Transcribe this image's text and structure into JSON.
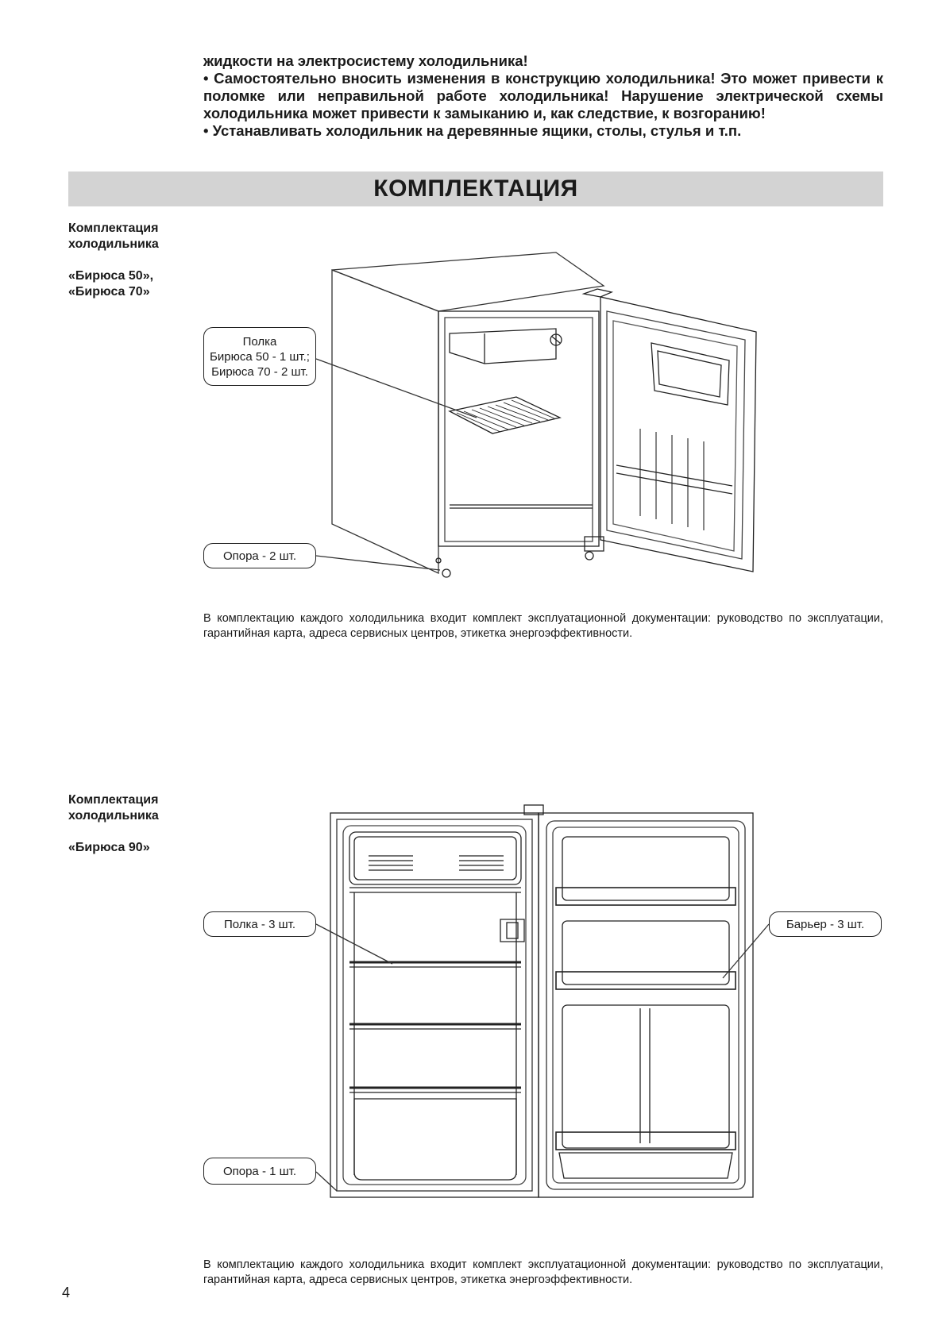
{
  "intro": {
    "line1": "жидкости на электросистему холодильника!",
    "bullet2": "• Самостоятельно вносить изменения в конструкцию холодильника! Это может привести к поломке или неправильной работе холодильника! Нарушение электрической схемы холодильника может привести к замыканию и, как следствие, к возгоранию!",
    "bullet3": "• Устанавливать холодильник на деревянные ящики, столы, стулья и т.п."
  },
  "section_title": "КОМПЛЕКТАЦИЯ",
  "block1": {
    "label_line1": "Комплектация",
    "label_line2": "холодильника",
    "model_line1": "«Бирюса 50»,",
    "model_line2": "«Бирюса 70»",
    "callout_shelf": [
      "Полка",
      "Бирюса 50 - 1 шт.;",
      "Бирюса 70 - 2 шт."
    ],
    "callout_support": "Опора - 2 шт.",
    "note": "В комплектацию каждого холодильника входит комплект эксплуатационной документации: руководство по эксплуатации, гарантийная карта, адреса сервисных центров, этикетка энергоэффективности."
  },
  "block2": {
    "label_line1": "Комплектация",
    "label_line2": "холодильника",
    "model_line1": "«Бирюса 90»",
    "callout_shelf": "Полка - 3 шт.",
    "callout_barrier": "Барьер - 3 шт.",
    "callout_support": "Опора - 1 шт.",
    "note": "В комплектацию каждого холодильника входит комплект эксплуатационной документации: руководство по эксплуатации, гарантийная карта, адреса сервисных центров, этикетка энергоэффективности."
  },
  "page_number": "4"
}
